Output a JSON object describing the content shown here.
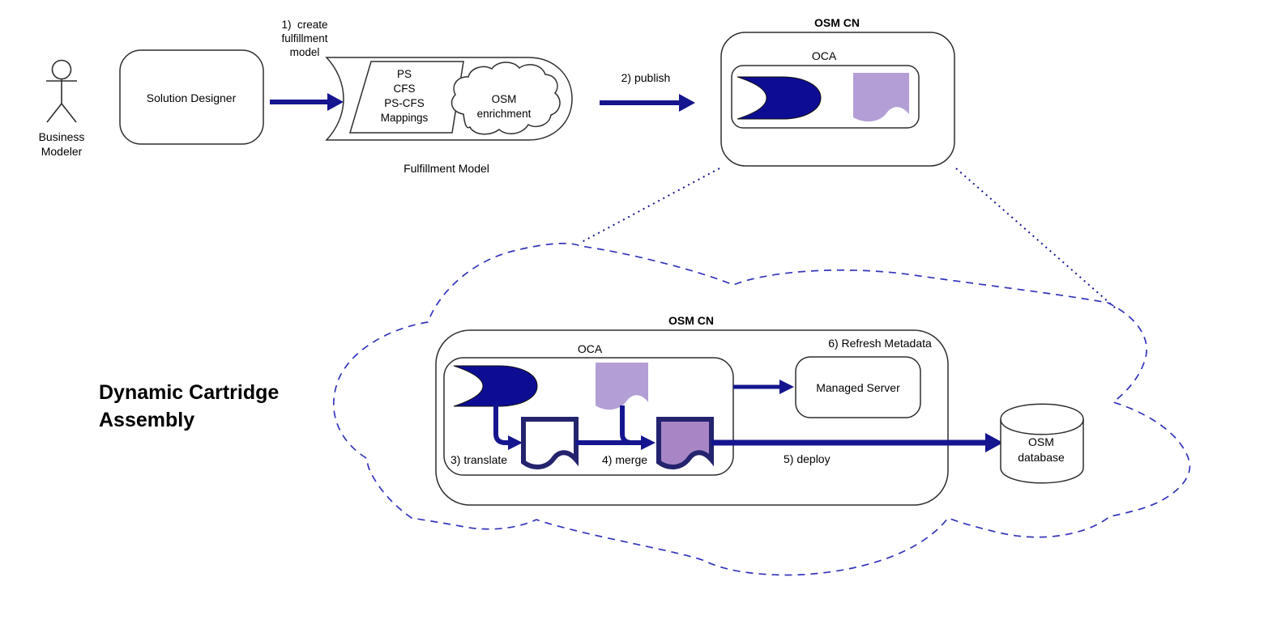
{
  "colors": {
    "navy": "#15158f",
    "blue_fill": "#0d0d94",
    "doc_border": "#23236e",
    "purple": "#a886c6",
    "purple_light": "#b39fd6",
    "cloud_dash": "#3434bb",
    "outline": "#2e2e2e"
  },
  "actor": {
    "label_line1": "Business",
    "label_line2": "Modeler"
  },
  "solution_designer_label": "Solution Designer",
  "arrow1_label": {
    "line1": "1)  create",
    "line2": "fulfillment",
    "line3": "model"
  },
  "fulfillment_model": {
    "caption": "Fulfillment Model",
    "artifacts": [
      "PS",
      "CFS",
      "PS-CFS",
      "Mappings"
    ],
    "enrichment_cloud": {
      "line1": "OSM",
      "line2": "enrichment"
    }
  },
  "arrow2_label": "2) publish",
  "osm_cn_top": {
    "title": "OSM CN",
    "oca_label": "OCA"
  },
  "main_title": {
    "line1": "Dynamic Cartridge",
    "line2": "Assembly"
  },
  "osm_cn_main": {
    "title": "OSM CN",
    "oca_label": "OCA",
    "refresh_label": "6) Refresh Metadata",
    "translate_label": "3) translate",
    "merge_label": "4) merge",
    "deploy_label": "5) deploy",
    "managed_server_label": "Managed Server"
  },
  "database_label": {
    "line1": "OSM",
    "line2": "database"
  }
}
